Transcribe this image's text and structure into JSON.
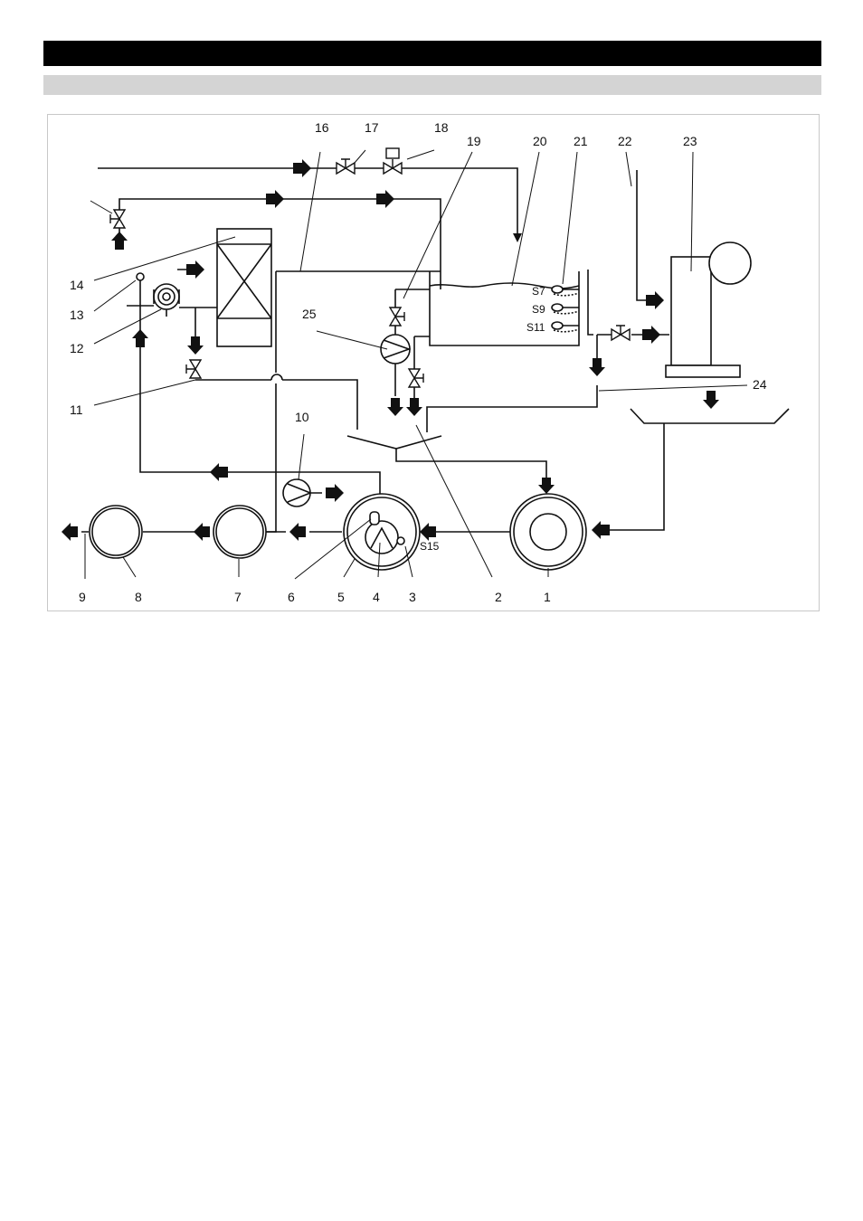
{
  "labels": {
    "l1": "1",
    "l2": "2",
    "l3": "3",
    "l4": "4",
    "l5": "5",
    "l6": "6",
    "l7": "7",
    "l8": "8",
    "l9": "9",
    "l10": "10",
    "l11": "11",
    "l12": "12",
    "l13": "13",
    "l14": "14",
    "l16": "16",
    "l17": "17",
    "l18": "18",
    "l19": "19",
    "l20": "20",
    "l21": "21",
    "l22": "22",
    "l23": "23",
    "l24": "24",
    "l25": "25"
  },
  "sensors": {
    "s7": "S7",
    "s9": "S9",
    "s11": "S11",
    "s15": "S15"
  },
  "colors": {
    "line": "#111111",
    "bar_dark": "#000000",
    "bar_light": "#d4d4d4",
    "frame": "#c8c8c8"
  }
}
